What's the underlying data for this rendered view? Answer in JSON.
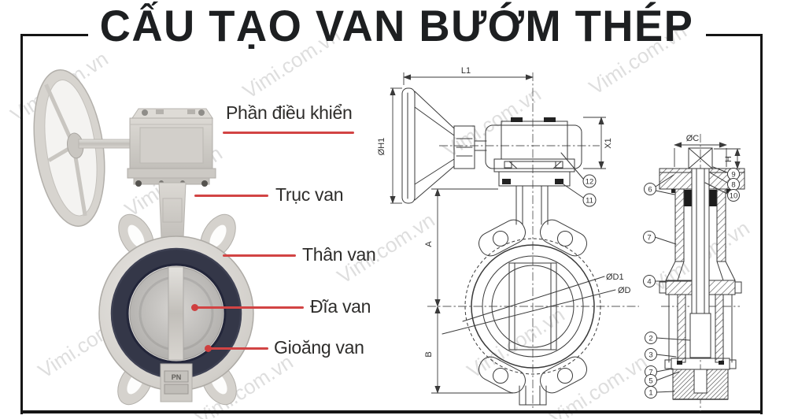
{
  "title": "CẤU TẠO VAN BƯỚM THÉP",
  "watermark": "Vimi.com.vn",
  "colors": {
    "accent_red": "#d24444",
    "title_ink": "#1d1f21",
    "drawing_ink": "#3a3a3a",
    "seat_ring_dark": "#343748",
    "steel_light": "#d7d4cf"
  },
  "photo": {
    "marking": "PN",
    "labels": [
      {
        "label": "Phần điều khiển"
      },
      {
        "label": "Trục van"
      },
      {
        "label": "Thân van"
      },
      {
        "label": "Đĩa van"
      },
      {
        "label": "Gioăng van"
      }
    ]
  },
  "front_view": {
    "dims": {
      "l1": "L1",
      "oh1": "ØH1",
      "x1": "X1",
      "a": "A",
      "b": "B",
      "od1": "ØD1",
      "od": "ØD"
    },
    "callouts": [
      {
        "n": "12"
      },
      {
        "n": "11"
      }
    ]
  },
  "section_view": {
    "dims": {
      "oc": "ØC",
      "h": "H"
    },
    "callouts_left": [
      {
        "n": "6"
      },
      {
        "n": "7"
      },
      {
        "n": "4"
      },
      {
        "n": "2"
      },
      {
        "n": "3"
      },
      {
        "n": "7"
      },
      {
        "n": "5"
      },
      {
        "n": "1"
      }
    ],
    "callouts_right": [
      {
        "n": "9"
      },
      {
        "n": "8"
      },
      {
        "n": "10"
      }
    ]
  }
}
